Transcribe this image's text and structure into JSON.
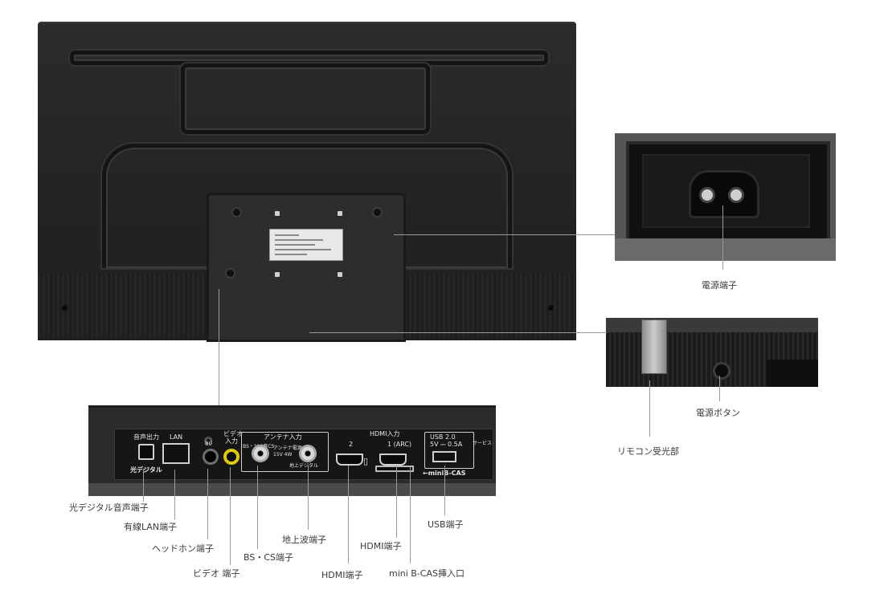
{
  "panel_text": {
    "audio_out": "音声出力",
    "optical": "光デジタル",
    "lan": "LAN",
    "video": "ビデオ",
    "video_in": "入力",
    "antenna_in": "アンテナ入力",
    "bs_cs": "BS・110度CS",
    "terrestrial": "地上デジタル",
    "antenna_spec_1": "アンテナ電源",
    "antenna_spec_2": "15V 4W",
    "hdmi_in": "HDMI入力",
    "hdmi_2": "2",
    "hdmi_1": "1 (ARC)",
    "usb": "USB 2.0",
    "usb_power": "5V ⎓ 0.5A",
    "minibcas": "←miniB-CAS",
    "service": "サービス"
  },
  "callouts": {
    "power_terminal": "電源端子",
    "power_button": "電源ボタン",
    "remote_receiver": "リモコン受光部",
    "optical_audio": "光デジタル音声端子",
    "lan": "有線LAN端子",
    "headphone": "ヘッドホン端子",
    "video": "ビデオ 端子",
    "bs_cs": "BS・CS端子",
    "terrestrial": "地上波端子",
    "hdmi_1": "HDMI端子",
    "hdmi_2": "HDMI端子",
    "minibcas": "mini B-CAS挿入口",
    "usb": "USB端子"
  },
  "colors": {
    "video_jack": "#e2c80a",
    "chassis": "#2b2b2b",
    "callout_line": "#9a9a9a"
  },
  "icons": [
    "headphone-icon",
    "card-slot-icon"
  ]
}
